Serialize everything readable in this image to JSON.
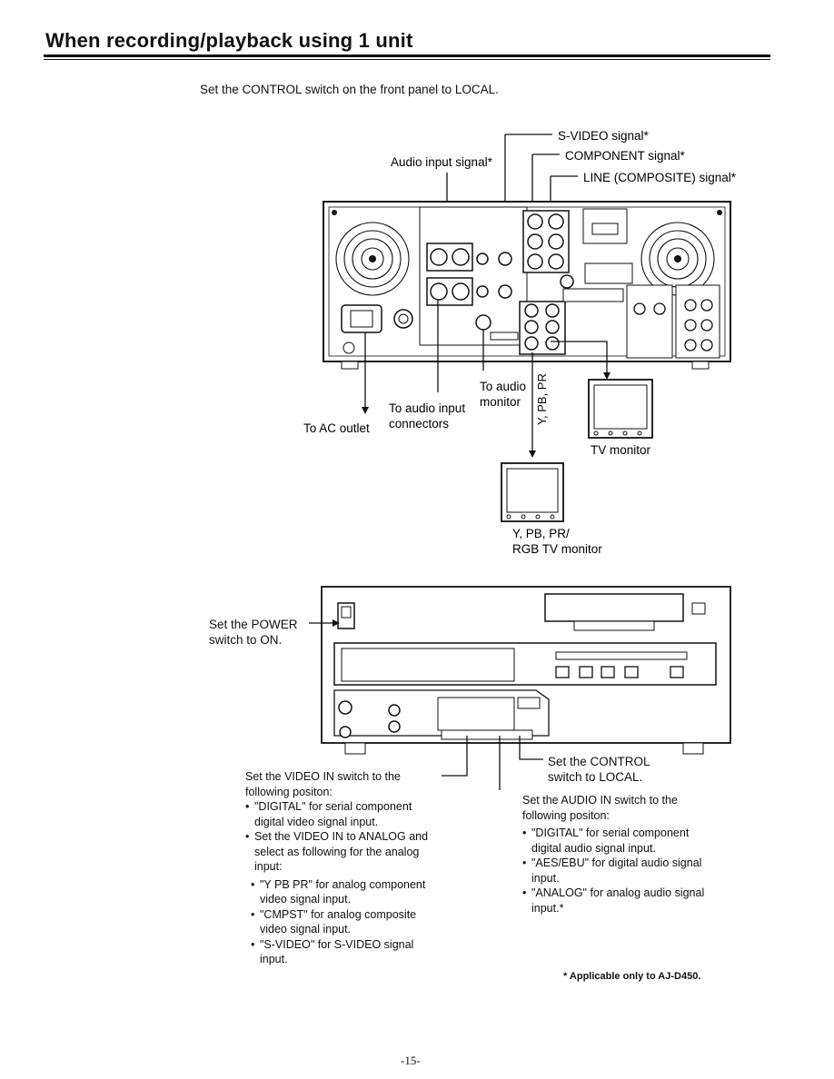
{
  "page": {
    "title": "When recording/playback using 1 unit",
    "intro": "Set the CONTROL switch on the front panel to LOCAL.",
    "page_number": "-15-",
    "footnote": "* Applicable only to AJ-D450."
  },
  "rear_diagram": {
    "svideo_signal": "S-VIDEO signal*",
    "component_signal": "COMPONENT signal*",
    "line_signal": "LINE (COMPOSITE) signal*",
    "audio_input_signal": "Audio input signal*",
    "to_ac_outlet": "To AC outlet",
    "to_audio_input_1": "To audio input",
    "to_audio_input_2": "connectors",
    "to_audio_monitor_1": "To audio",
    "to_audio_monitor_2": "monitor",
    "ypbpr_vertical": "Y, PB, PR",
    "tv_monitor": "TV monitor",
    "rgb_monitor_1": "Y, PB, PR/",
    "rgb_monitor_2": "RGB TV monitor"
  },
  "front_diagram": {
    "power_1": "Set the POWER",
    "power_2": "switch to ON.",
    "control_1": "Set the CONTROL",
    "control_2": "switch to LOCAL."
  },
  "video_in": {
    "lead_1": "Set the VIDEO IN switch to the",
    "lead_2": "following positon:",
    "digital": "\"DIGITAL\" for serial component digital video signal input.",
    "analog": "Set the VIDEO IN to ANALOG and select as following for the analog input:",
    "ypbpr": "\"Y PB PR\" for analog component video signal input.",
    "cmpst": "\"CMPST\" for analog composite video signal input.",
    "svideo": "\"S-VIDEO\" for S-VIDEO signal input."
  },
  "audio_in": {
    "lead_1": "Set the AUDIO IN switch to the",
    "lead_2": "following positon:",
    "digital": "\"DIGITAL\" for serial component digital audio signal input.",
    "aesebu": "\"AES/EBU\" for digital audio signal input.",
    "analog": "\"ANALOG\" for analog audio signal input.*"
  }
}
